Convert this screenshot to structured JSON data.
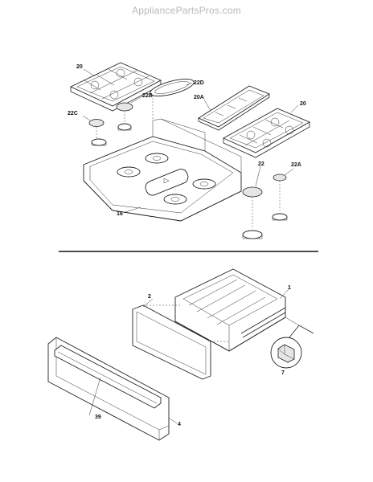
{
  "watermark": "AppliancePartsPros.com",
  "callouts": {
    "grate_left": "20",
    "cap_oval": "22D",
    "cap_medium": "22B",
    "grate_center": "20A",
    "grate_right": "20",
    "cap_small": "22C",
    "cap_large": "22",
    "cap_small_right": "22A",
    "cooktop": "16",
    "drawer_body": "1",
    "drawer_panel": "2",
    "glide": "7",
    "handle": "39",
    "drawer_front": "4"
  }
}
